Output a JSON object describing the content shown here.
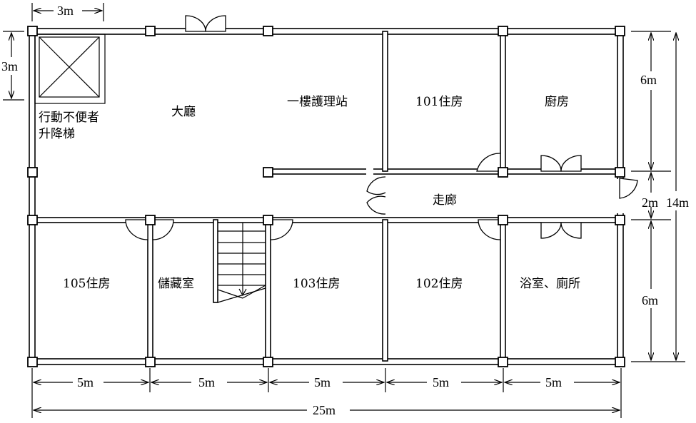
{
  "rooms": {
    "lobby": "大廳",
    "nurse_station": "一樓護理站",
    "room101": "101住房",
    "kitchen": "廚房",
    "corridor": "走廊",
    "room105": "105住房",
    "storage": "儲藏室",
    "room103": "103住房",
    "room102": "102住房",
    "bath_toilet": "浴室、廁所",
    "elevator_line1": "行動不便者",
    "elevator_line2": "升降梯"
  },
  "dimensions": {
    "elevator_width": "3m",
    "elevator_depth": "3m",
    "north_rooms_depth": "6m",
    "corridor_width": "2m",
    "south_rooms_depth": "6m",
    "total_depth": "14m",
    "bay_1": "5m",
    "bay_2": "5m",
    "bay_3": "5m",
    "bay_4": "5m",
    "bay_5": "5m",
    "total_length": "25m"
  }
}
